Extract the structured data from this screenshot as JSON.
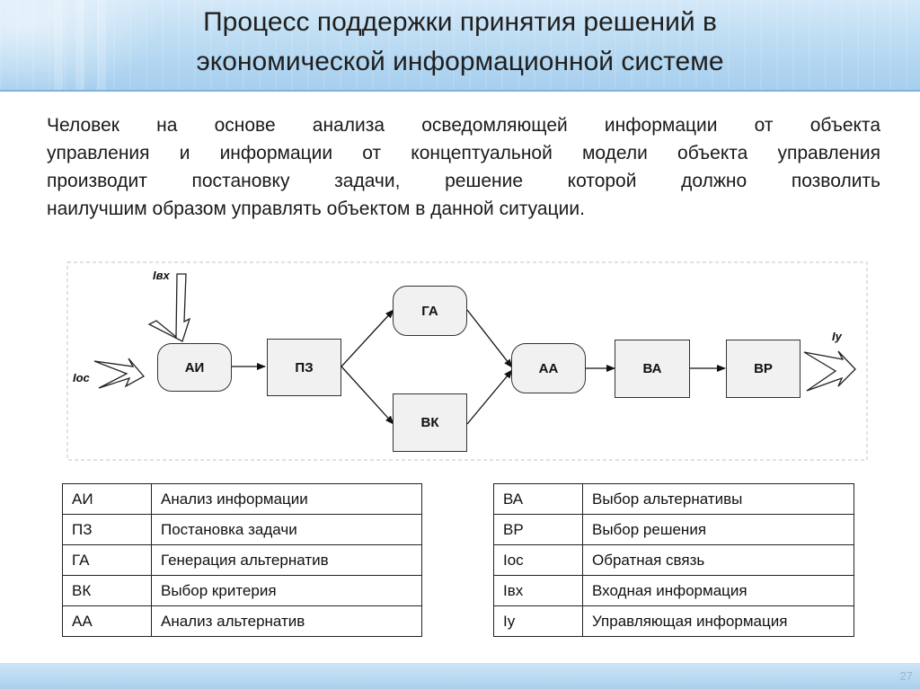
{
  "title": {
    "line1": "Процесс поддержки принятия решений в",
    "line2": "экономической информационной системе"
  },
  "paragraph": {
    "lines": [
      "Человек на основе анализа осведомляющей информации  от объекта",
      "управления и информации  от концептуальной модели объекта управления",
      "производит постановку задачи, решение которой должно позволить",
      "наилучшим образом управлять объектом в данной ситуации."
    ]
  },
  "diagram": {
    "input_labels": {
      "ivx": "Iвх",
      "ioc": "Iос",
      "iy": "Iу"
    },
    "nodes": {
      "ai": "АИ",
      "pz": "ПЗ",
      "ga": "ГА",
      "vk": "ВК",
      "aa": "АА",
      "va": "ВА",
      "vr": "ВР"
    }
  },
  "legend_left": [
    {
      "code": "АИ",
      "desc": "Анализ информации"
    },
    {
      "code": "ПЗ",
      "desc": "Постановка задачи"
    },
    {
      "code": "ГА",
      "desc": "Генерация альтернатив"
    },
    {
      "code": "ВК",
      "desc": "Выбор критерия"
    },
    {
      "code": "АА",
      "desc": "Анализ альтернатив"
    }
  ],
  "legend_right": [
    {
      "code": "ВА",
      "desc": "Выбор альтернативы"
    },
    {
      "code": "ВР",
      "desc": "Выбор решения"
    },
    {
      "code": "Iос",
      "desc": "Обратная связь"
    },
    {
      "code": "Iвх",
      "desc": "Входная информация"
    },
    {
      "code": "Iу",
      "desc": "Управляющая информация"
    }
  ],
  "slide_number": "27",
  "colors": {
    "header_band": "#bcdcf3",
    "node_fill": "#f1f1f1",
    "text": "#1a1a1a"
  }
}
